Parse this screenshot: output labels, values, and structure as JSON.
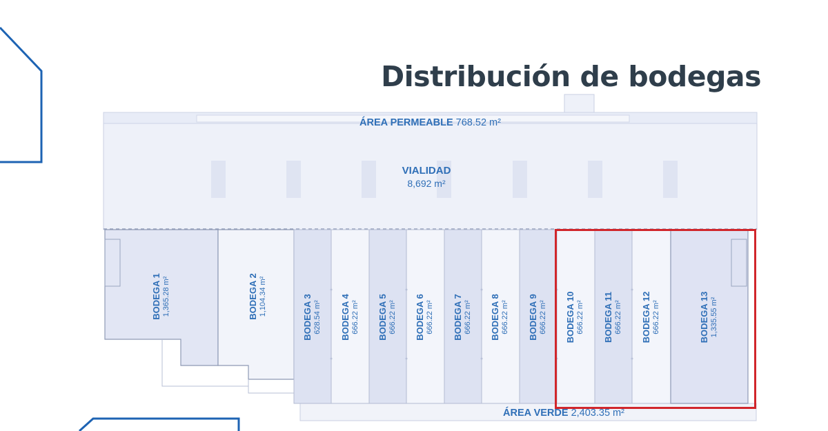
{
  "title": "Distribución de bodegas",
  "areas": {
    "permeable": {
      "name": "ÁREA PERMEABLE",
      "area": "768.52 m²"
    },
    "vialidad": {
      "name": "VIALIDAD",
      "area": "8,692 m²"
    },
    "verde": {
      "name": "ÁREA VERDE",
      "area": "2,403.35 m²"
    }
  },
  "bodegas": [
    {
      "name": "BODEGA 1",
      "area": "1,365.28 m²"
    },
    {
      "name": "BODEGA 2",
      "area": "1,104.34 m²"
    },
    {
      "name": "BODEGA 3",
      "area": "628.54 m²"
    },
    {
      "name": "BODEGA 4",
      "area": "666.22 m²"
    },
    {
      "name": "BODEGA 5",
      "area": "666.22 m²"
    },
    {
      "name": "BODEGA 6",
      "area": "666.22 m²"
    },
    {
      "name": "BODEGA 7",
      "area": "666.22 m²"
    },
    {
      "name": "BODEGA 8",
      "area": "666.22 m²"
    },
    {
      "name": "BODEGA 9",
      "area": "666.22 m²"
    },
    {
      "name": "BODEGA 10",
      "area": "666.22 m²"
    },
    {
      "name": "BODEGA 11",
      "area": "666.22 m²"
    },
    {
      "name": "BODEGA 12",
      "area": "666.22 m²"
    },
    {
      "name": "BODEGA 13",
      "area": "1,335.55 m²"
    }
  ],
  "colors": {
    "title": "#2f3e4b",
    "label": "#2f6fb7",
    "highlight": "#d1262b",
    "decoration": "#1d63b3"
  }
}
